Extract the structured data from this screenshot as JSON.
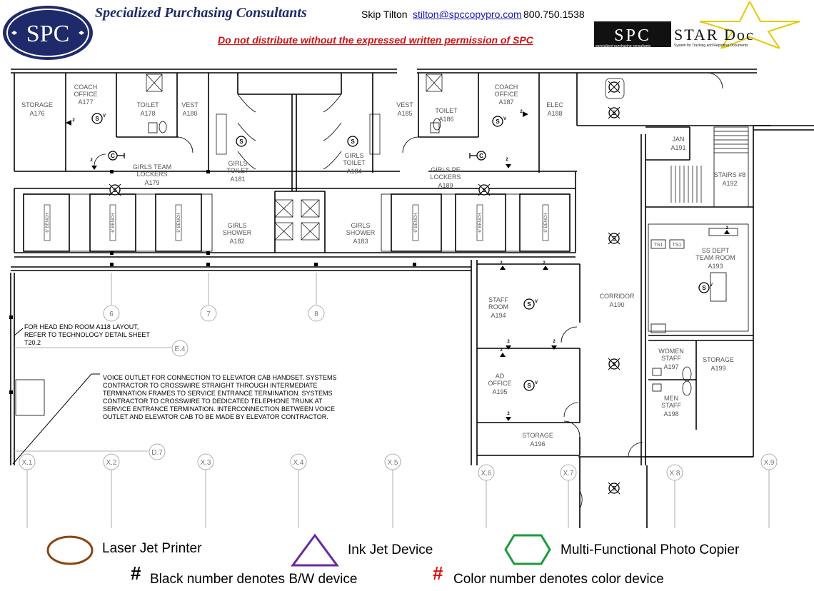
{
  "header": {
    "logo_text": "SPC",
    "company_name": "Specialized Purchasing Consultants",
    "contact_name": "Skip Tilton",
    "contact_email": "stilton@spccopypro.com",
    "contact_phone": "800.750.1538",
    "notice": "Do not distribute without the expressed written permission of SPC",
    "stardoc_logo_spc": "SPC",
    "stardoc_logo_title": "STAR Doc",
    "stardoc_logo_sub_left": "specialized purchasing consultants",
    "stardoc_logo_sub_right": "System for Tracking and Reporting Documents"
  },
  "rooms": {
    "storage_a176": {
      "name": "STORAGE",
      "number": "A176"
    },
    "coach_a177": {
      "name1": "COACH",
      "name2": "OFFICE",
      "number": "A177"
    },
    "toilet_a178": {
      "name": "TOILET",
      "number": "A178"
    },
    "vest_a180": {
      "name": "VEST",
      "number": "A180"
    },
    "lockers_a179": {
      "name1": "GIRLS TEAM",
      "name2": "LOCKERS",
      "number": "A179"
    },
    "girls_toilet_a181": {
      "name1": "GIRLS",
      "name2": "TOILET",
      "number": "A181"
    },
    "girls_shower_a182": {
      "name1": "GIRLS",
      "name2": "SHOWER",
      "number": "A182"
    },
    "girls_toilet_a184": {
      "name1": "GIRLS",
      "name2": "TOILET",
      "number": "A184"
    },
    "girls_shower_a183": {
      "name1": "GIRLS",
      "name2": "SHOWER",
      "number": "A183"
    },
    "vest_a185": {
      "name": "VEST",
      "number": "A185"
    },
    "toilet_a186": {
      "name": "TOILET",
      "number": "A186"
    },
    "coach_a187": {
      "name1": "COACH",
      "name2": "OFFICE",
      "number": "A187"
    },
    "elec_a188": {
      "name": "ELEC",
      "number": "A188"
    },
    "pe_lockers_a189": {
      "name1": "GIRLS PE",
      "name2": "LOCKERS",
      "number": "A189"
    },
    "jan_a191": {
      "name": "JAN",
      "number": "A191"
    },
    "stairs_a192": {
      "name": "STAIRS #8",
      "number": "A192"
    },
    "ss_dept_a193": {
      "name1": "SS DEPT",
      "name2": "TEAM ROOM",
      "number": "A193"
    },
    "corridor_a190": {
      "name": "CORRIDOR",
      "number": "A190"
    },
    "staff_a194": {
      "name1": "STAFF",
      "name2": "ROOM",
      "number": "A194"
    },
    "ad_office_a195": {
      "name1": "AD",
      "name2": "OFFICE",
      "number": "A195"
    },
    "storage_a196": {
      "name": "STORAGE",
      "number": "A196"
    },
    "women_a197": {
      "name1": "WOMEN",
      "name2": "STAFF",
      "number": "A197"
    },
    "storage_a199": {
      "name": "STORAGE",
      "number": "A199"
    },
    "men_a198": {
      "name1": "MEN",
      "name2": "STAFF",
      "number": "A198"
    }
  },
  "bench_label": "6' BENCH",
  "ts_label": "TS1",
  "grid_labels": {
    "g6": "6",
    "g7": "7",
    "g8": "8",
    "e4": "E.4",
    "d7": "D.7",
    "x1": "X.1",
    "x2": "X.2",
    "x3": "X.3",
    "x4": "X.4",
    "x5": "X.5",
    "x6": "X.6",
    "x7": "X.7",
    "x8": "X.8",
    "x9": "X.9"
  },
  "notes": {
    "head_end": [
      "FOR HEAD END ROOM A118 LAYOUT,",
      "REFER TO TECHNOLOGY DETAIL SHEET",
      "T20.2"
    ],
    "voice_outlet": [
      "VOICE OUTLET FOR CONNECTION TO ELEVATOR CAB HANDSET. SYSTEMS",
      "CONTRACTOR TO CROSSWIRE STRAIGHT THROUGH INTERMEDIATE",
      "TERMINATION FRAMES TO SERVICE ENTRANCE TERMINATION. SYSTEMS",
      "CONTRACTOR TO CROSSWIRE TO DEDICATED TELEPHONE TRUNK AT",
      "SERVICE ENTRANCE TERMINATION. INTERCONNECTION BETWEEN VOICE",
      "OUTLET AND ELEVATOR CAB TO BE MADE BY ELEVATOR CONTRACTOR."
    ]
  },
  "symbols": {
    "speaker": "S",
    "speaker_v": "V",
    "clock": "C",
    "outlet": "2"
  },
  "legend": {
    "laser": "Laser Jet Printer",
    "inkjet": "Ink Jet Device",
    "mfp": "Multi-Functional Photo Copier",
    "hash": "#",
    "bw": "Black number denotes B/W device",
    "color": "Color number denotes color device",
    "colors": {
      "laser": "#8a4513",
      "inkjet": "#6a2aa0",
      "mfp": "#1e9a3c",
      "color_hash": "#e01010"
    }
  }
}
